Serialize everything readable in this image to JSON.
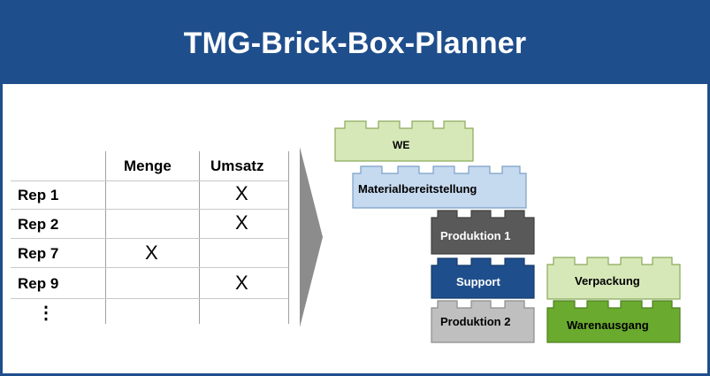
{
  "header": {
    "title": "TMG-Brick-Box-Planner"
  },
  "table": {
    "columns": [
      "Menge",
      "Umsatz"
    ],
    "rows": [
      {
        "label": "Rep 1",
        "menge": "",
        "umsatz": "X"
      },
      {
        "label": "Rep 2",
        "menge": "",
        "umsatz": "X"
      },
      {
        "label": "Rep 7",
        "menge": "X",
        "umsatz": ""
      },
      {
        "label": "Rep 9",
        "menge": "",
        "umsatz": "X"
      },
      {
        "label": "⋮",
        "menge": "",
        "umsatz": ""
      }
    ]
  },
  "bricks": [
    {
      "label": "WE",
      "color": "#d6e8b8"
    },
    {
      "label": "Materialbereitstellung",
      "color": "#c5d9ef"
    },
    {
      "label": "Produktion 1",
      "color": "#595959"
    },
    {
      "label": "Support",
      "color": "#1f4e8c"
    },
    {
      "label": "Produktion 2",
      "color": "#bfbfbf"
    },
    {
      "label": "Verpackung",
      "color": "#d6e8b8"
    },
    {
      "label": "Warenausgang",
      "color": "#6aaa2e"
    }
  ],
  "colors": {
    "header_bg": "#1f4e8c",
    "arrow": "#8c8c8c"
  }
}
